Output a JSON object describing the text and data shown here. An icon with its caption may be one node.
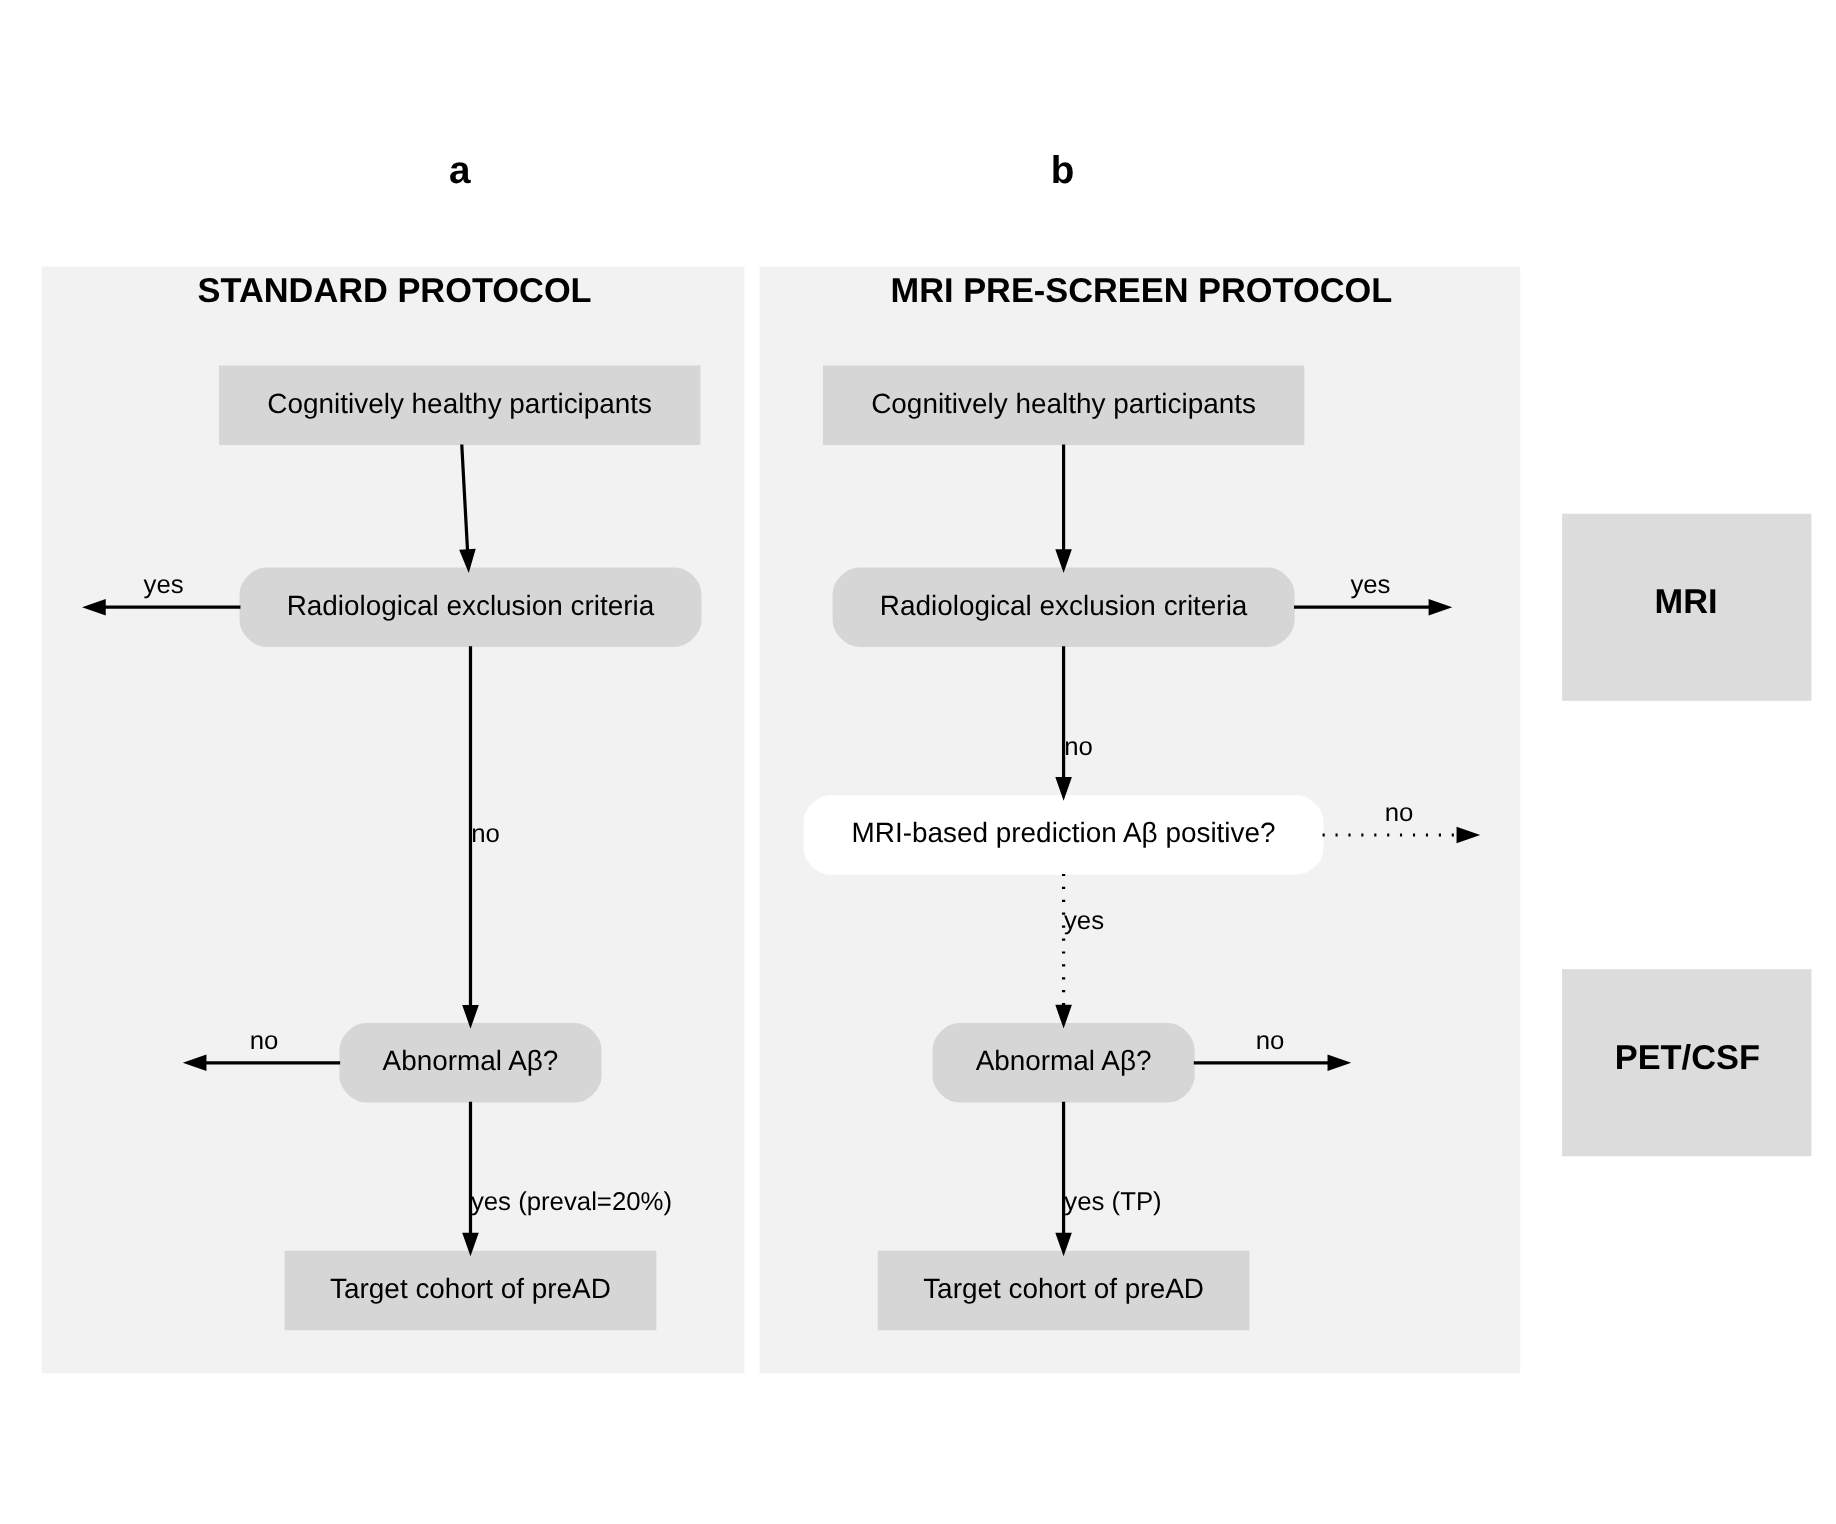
{
  "diagram": {
    "nodes": [
      {
        "text": [
          "STANDARD PROTOCOL"
        ],
        "beside": [
          "a"
        ]
      },
      {
        "text": [
          "Cognitively healthy participants"
        ],
        "in": 0
      },
      {
        "text": [
          "Radiological exclusion criteria"
        ],
        "in": 0
      },
      {
        "text": [
          "Abnormal Aβ?"
        ],
        "in": 0
      },
      {
        "text": [
          "Target cohort of preAD"
        ],
        "in": 0
      },
      {
        "text": [
          "MRI PRE-SCREEN PROTOCOL"
        ],
        "beside": [
          "b"
        ]
      },
      {
        "text": [
          "Cognitively healthy participants"
        ],
        "in": 5
      },
      {
        "text": [
          "Radiological exclusion criteria"
        ],
        "in": 5
      },
      {
        "text": [
          "MRI-based prediction Aβ positive?"
        ],
        "in": 5
      },
      {
        "text": [
          "Abnormal Aβ?"
        ],
        "in": 5
      },
      {
        "text": [
          "Target cohort of preAD"
        ],
        "in": 5
      },
      {
        "text": [
          "MRI"
        ]
      },
      {
        "text": [
          "PET/CSF"
        ]
      }
    ],
    "edges": [
      {
        "from": 1,
        "to": 2,
        "arrow": "to"
      },
      {
        "from": 2,
        "to": null,
        "arrow": "to",
        "label": "yes"
      },
      {
        "from": 2,
        "to": 3,
        "arrow": "to",
        "label": "no"
      },
      {
        "from": 3,
        "to": null,
        "arrow": "to",
        "label": "no"
      },
      {
        "from": 3,
        "to": 4,
        "arrow": "to",
        "label": "yes (preval=20%)"
      },
      {
        "from": 6,
        "to": 7,
        "arrow": "to"
      },
      {
        "from": 7,
        "to": null,
        "arrow": "to",
        "label": "yes"
      },
      {
        "from": 7,
        "to": 8,
        "arrow": "to",
        "label": "no"
      },
      {
        "from": 8,
        "to": null,
        "arrow": "to",
        "label": "no",
        "style": "dashed"
      },
      {
        "from": 8,
        "to": 9,
        "arrow": "to",
        "label": "yes",
        "style": "dashed"
      },
      {
        "from": 9,
        "to": null,
        "arrow": "to",
        "label": "no"
      },
      {
        "from": 9,
        "to": 10,
        "arrow": "to",
        "label": "yes (TP)"
      }
    ]
  }
}
